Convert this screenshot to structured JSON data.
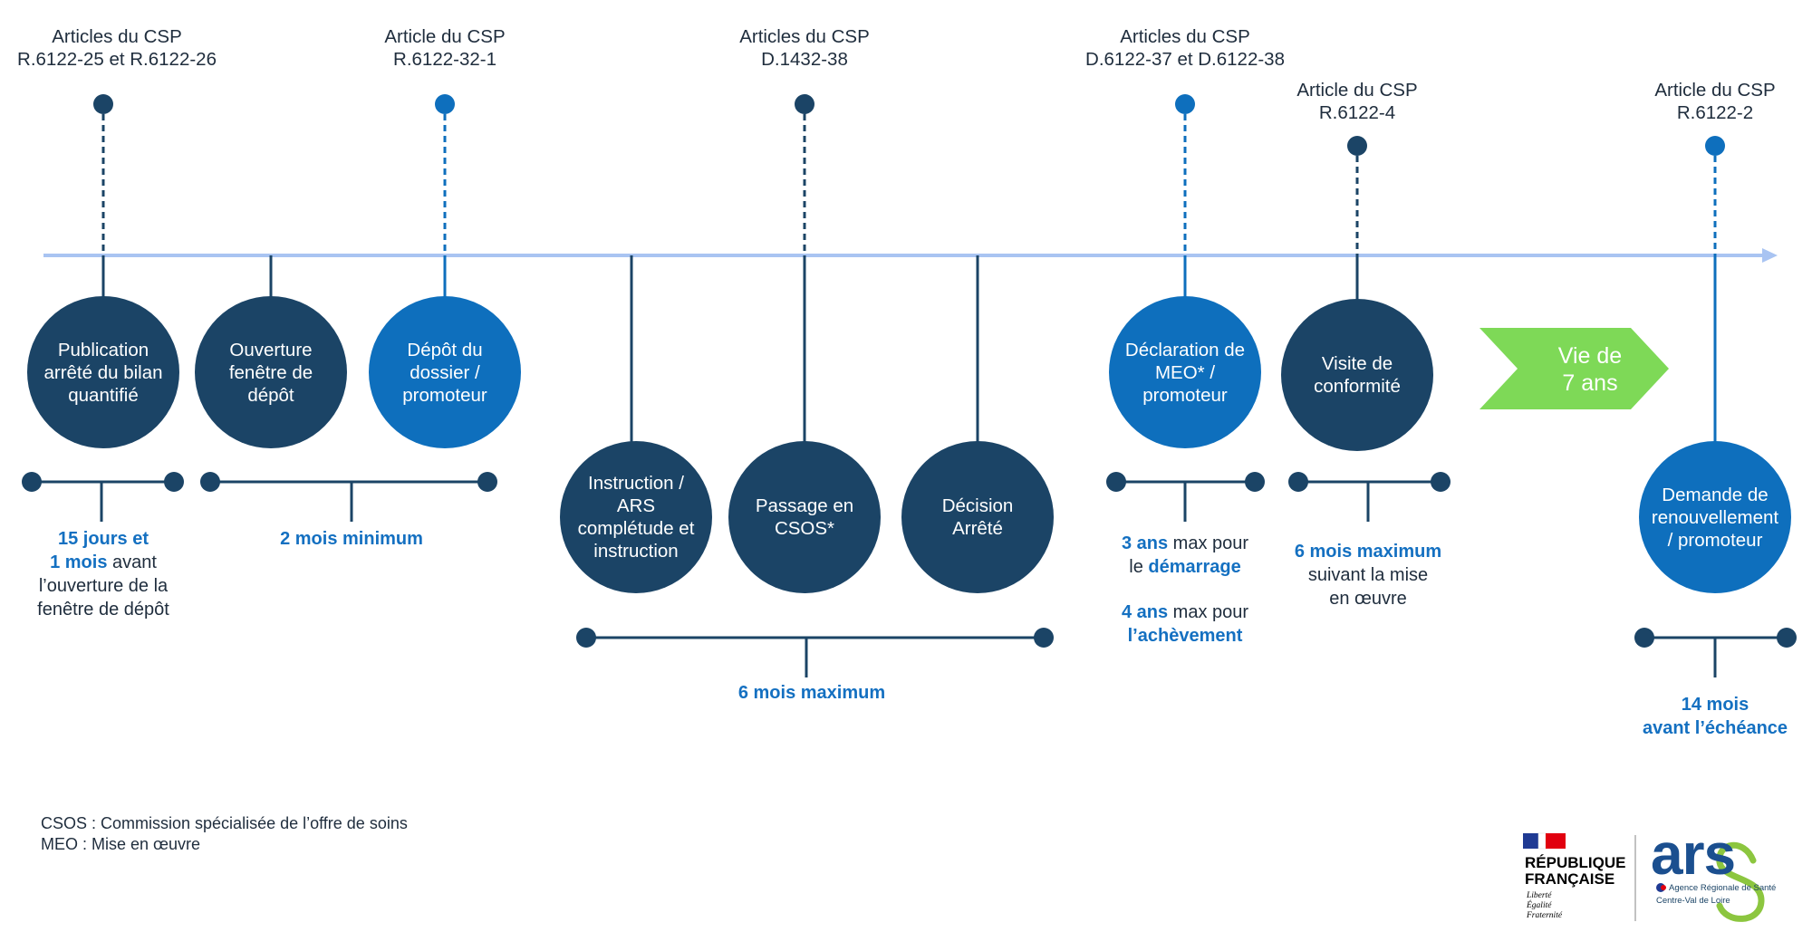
{
  "colors": {
    "timeline": "#a9c4f2",
    "dark_blue": "#1b4466",
    "mid_blue": "#0e6fbd",
    "accent_text": "#1470c1",
    "green_arrow": "#7ed957"
  },
  "references": [
    {
      "line1": "Articles du CSP",
      "line2": "R.6122-25 et R.6122-26"
    },
    {
      "line1": "Article du CSP",
      "line2": "R.6122-32-1"
    },
    {
      "line1": "Articles du CSP",
      "line2": "D.1432-38"
    },
    {
      "line1": "Articles du CSP",
      "line2": "D.6122-37 et D.6122-38"
    },
    {
      "line1": "Article du CSP",
      "line2": "R.6122-4"
    },
    {
      "line1": "Article du CSP",
      "line2": "R.6122-2"
    }
  ],
  "steps": [
    {
      "label": "Publication\narrêté du bilan\nquantifié"
    },
    {
      "label": "Ouverture\nfenêtre de\ndépôt"
    },
    {
      "label": "Dépôt du\ndossier /\npromoteur"
    },
    {
      "label": "Instruction /\nARS\ncomplétude et\ninstruction"
    },
    {
      "label": "Passage en\nCSOS*"
    },
    {
      "label": "Décision\nArrêté"
    },
    {
      "label": "Déclaration de\nMEO* /\npromoteur"
    },
    {
      "label": "Visite de\nconformité"
    },
    {
      "label": "Demande de\nrenouvellement\n/ promoteur"
    }
  ],
  "arrow": {
    "line1": "Vie de",
    "line2": "7 ans"
  },
  "durations": {
    "d1": {
      "b1": "15 jours et",
      "b2": "1 mois",
      "t2": " avant",
      "t3": "l’ouverture de la",
      "t4": "fenêtre de dépôt"
    },
    "d2": {
      "b1": "2 mois minimum"
    },
    "d3": {
      "b1": "6 mois maximum"
    },
    "d4": {
      "b1": "3 ans",
      "t1": " max pour",
      "t2": "le ",
      "b2": "démarrage",
      "b3": "4 ans",
      "t3": " max pour",
      "b4": "l’achèvement"
    },
    "d5": {
      "b1": "6 mois maximum",
      "t2": "suivant la mise",
      "t3": "en œuvre"
    },
    "d6": {
      "b1": "14 mois",
      "b2": "avant l’échéance"
    }
  },
  "legend": {
    "line1": "CSOS : Commission spécialisée de l’offre de soins",
    "line2": "MEO : Mise en œuvre"
  },
  "logos": {
    "rf_line1": "RÉPUBLIQUE",
    "rf_line2": "FRANÇAISE",
    "rf_motto1": "Liberté",
    "rf_motto2": "Égalité",
    "rf_motto3": "Fraternité",
    "ars_word": "ars",
    "ars_line1": "Agence Régionale de Santé",
    "ars_line2": "Centre-Val de Loire"
  }
}
